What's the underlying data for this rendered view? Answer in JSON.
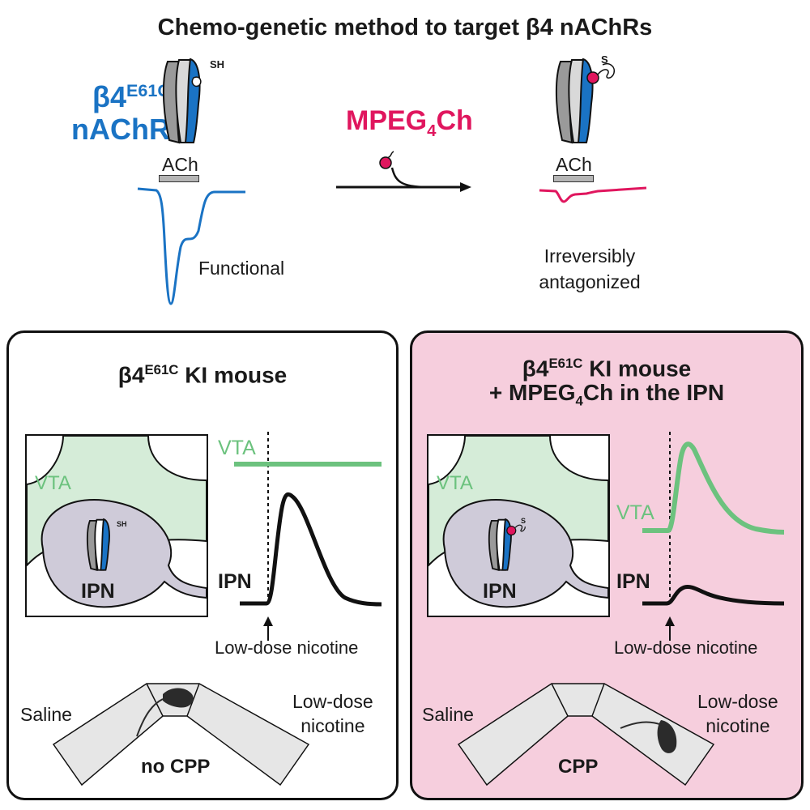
{
  "title": "Chemo-genetic method to target β4 nAChRs",
  "top": {
    "receptor_label": {
      "base": "β4",
      "sup": "E61C",
      "line2": "nAChR"
    },
    "sh_label": "SH",
    "s_label": "S",
    "ach_left": "ACh",
    "ach_right": "ACh",
    "reagent": {
      "base": "MPEG",
      "sub": "4",
      "suffix": "Ch"
    },
    "functional": "Functional",
    "irreversible": [
      "Irreversibly",
      "antagonized"
    ]
  },
  "panel_left": {
    "title": {
      "base": "β4",
      "sup": "E61C",
      "suffix": " KI mouse"
    },
    "vta": "VTA",
    "ipn": "IPN",
    "sh_label": "SH",
    "trace_vta": "VTA",
    "trace_ipn": "IPN",
    "nicotine": "Low-dose nicotine",
    "saline": "Saline",
    "low_dose": [
      "Low-dose",
      "nicotine"
    ],
    "result": "no CPP"
  },
  "panel_right": {
    "title_line1": {
      "base": "β4",
      "sup": "E61C",
      "suffix": " KI mouse"
    },
    "title_line2": {
      "prefix": "+ MPEG",
      "sub": "4",
      "suffix": "Ch in the IPN"
    },
    "vta": "VTA",
    "ipn": "IPN",
    "s_label": "S",
    "trace_vta": "VTA",
    "trace_ipn": "IPN",
    "nicotine": "Low-dose nicotine",
    "saline": "Saline",
    "low_dose": [
      "Low-dose",
      "nicotine"
    ],
    "result": "CPP"
  },
  "colors": {
    "blue": "#1a73c4",
    "pink": "#e0165e",
    "green": "#6cc27e",
    "panel_pink": "#f6cedd",
    "ipn_fill": "#cfcbd9",
    "vta_fill": "#d5ecd8"
  }
}
